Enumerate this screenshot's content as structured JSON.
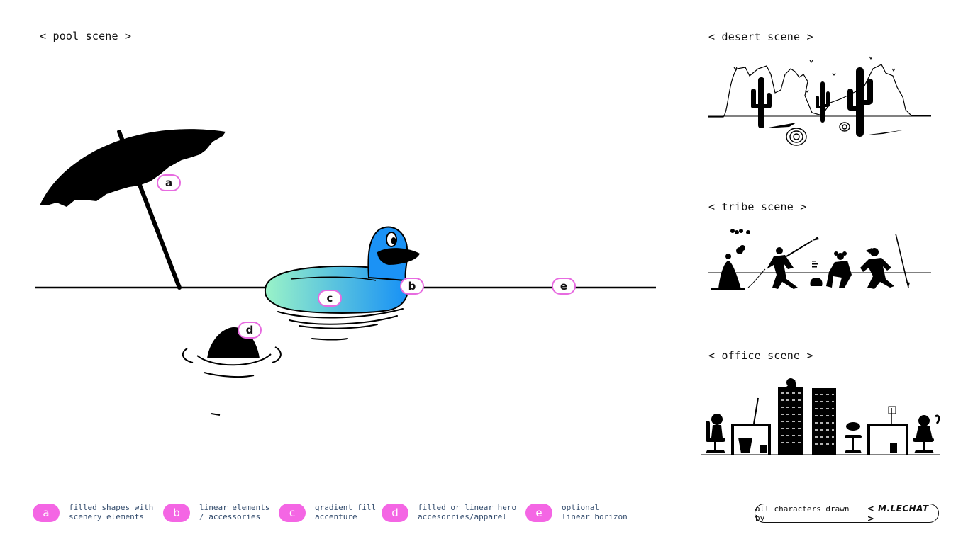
{
  "scenes": {
    "pool": {
      "title": "< pool scene >"
    },
    "desert": {
      "title": "< desert scene >"
    },
    "tribe": {
      "title": "< tribe scene >"
    },
    "office": {
      "title": "< office scene >"
    }
  },
  "markers": {
    "a": "a",
    "b": "b",
    "c": "c",
    "d": "d",
    "e": "e"
  },
  "legend": [
    {
      "key": "a",
      "text": "filled shapes with\nscenery elements"
    },
    {
      "key": "b",
      "text": "linear elements\n/ accessories"
    },
    {
      "key": "c",
      "text": "gradient fill\naccenture"
    },
    {
      "key": "d",
      "text": "filled or linear hero\naccesorries/apparel"
    },
    {
      "key": "e",
      "text": "optional\nlinear horizon"
    }
  ],
  "credit": {
    "text": "all characters drawn by",
    "signature": "< M.LECHAT >"
  },
  "colors": {
    "marker_border": "#e76be0",
    "legend_fill": "#f466e4",
    "gradient_start": "#8ff0c9",
    "gradient_end": "#1b92f5"
  }
}
